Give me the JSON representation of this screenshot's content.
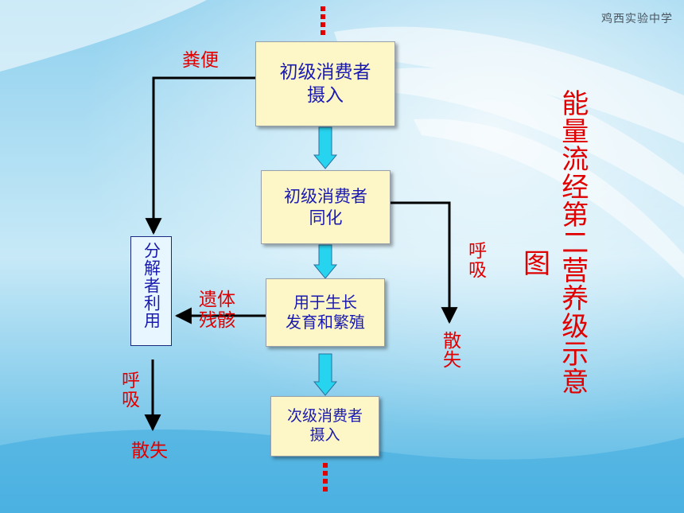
{
  "school_name": "鸡西实验中学",
  "title_main": "能量流经第二营养级示意",
  "title_tail": "图",
  "boxes": {
    "primary_intake": "初级消费者\n摄入",
    "primary_assimilation": "初级消费者\n同化",
    "growth_reproduction": "用于生长\n发育和繁殖",
    "secondary_intake": "次级消费者\n摄入"
  },
  "decomposer_box": "分解者利用",
  "labels": {
    "feces": "粪便",
    "respiration_right": "呼吸",
    "dissipation_right": "散失",
    "remains": "遗体\n残骸",
    "respiration_left": "呼吸",
    "dissipation_left": "散失"
  },
  "colors": {
    "label_red": "#e00000",
    "box_text_blue": "#1a1ab0",
    "box_fill": "#fdf7c8",
    "arrow_cyan": "#27d4f0"
  }
}
